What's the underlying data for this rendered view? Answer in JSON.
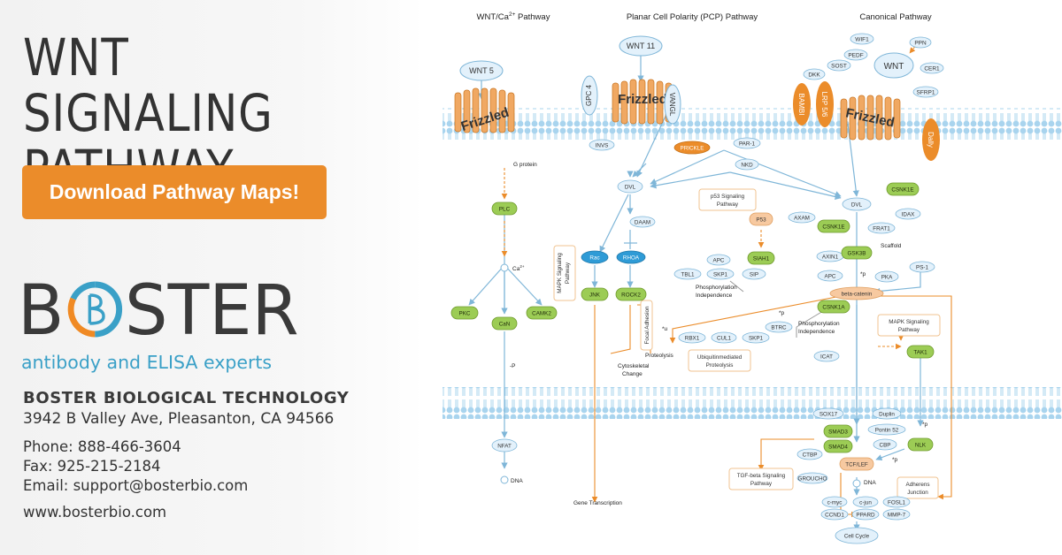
{
  "left": {
    "title": "WNT SIGNALING\nPATHWAY",
    "download_button": "Download Pathway Maps!",
    "logo": {
      "before": "B",
      "after": "STER",
      "tagline": "antibody and ELISA experts"
    },
    "company": "BOSTER BIOLOGICAL TECHNOLOGY",
    "address": "3942 B Valley Ave, Pleasanton, CA 94566",
    "phone": "Phone: 888-466-3604",
    "fax": "Fax: 925-215-2184",
    "email": "Email: support@bosterbio.com",
    "website": "www.bosterbio.com"
  },
  "colors": {
    "accent_orange": "#eb8c2a",
    "brand_blue": "#3aa0c7",
    "light_blue_node": "#e3f1fb",
    "node_border": "#7fb6d8",
    "green_node": "#9ccc55",
    "dark_blue_node": "#2e9bd6",
    "peach_node": "#f7c9a0",
    "membrane": "#a9d4ee"
  },
  "diagram": {
    "headers": {
      "wnt_ca_pre": "WNT/Ca",
      "wnt_ca_sup": "2+",
      "wnt_ca_post": " Pathway",
      "pcp": "Planar Cell Polarity (PCP) Pathway",
      "canonical": "Canonical Pathway"
    },
    "ligands": {
      "wnt5": "WNT 5",
      "wnt11": "WNT 11",
      "wnt": "WNT"
    },
    "receptors": {
      "frizzled": "Frizzled",
      "gpc4": "GPC 4",
      "vangl": "VANGL",
      "bambi": "BAMBI",
      "lrp": "LRP 5/6",
      "dally": "Dally"
    },
    "inhibitors": {
      "wif1": "WIF1",
      "ppn": "PPN",
      "pedf": "PEDF",
      "sost": "SOST",
      "dkk": "DKK",
      "cer1": "CER1",
      "sfrp1": "SFRP1"
    },
    "labels": {
      "g_protein": "G protein",
      "ca": "Ca",
      "ca_sup": "2+",
      "minus_p": "-P",
      "dna": "DNA",
      "scaffold": "Scaffold",
      "p": "*p",
      "u": "*u",
      "proteolysis": "Proteolysis",
      "phospho1": "Phosphorylation",
      "phospho2": "Independence",
      "cytoskeletal1": "Cytoskeletal",
      "cytoskeletal2": "Change",
      "gene_transcription": "Gene Transcription"
    },
    "boxes": {
      "p53_1": "p53 Signaling",
      "p53_2": "Pathway",
      "mapk_v1": "MAPK Signaling",
      "mapk_v2": "Pathway",
      "focal": "Focal Adhesion",
      "ubiq1": "Ubiquitinmediated",
      "ubiq2": "Proteolysis",
      "mapk_r1": "MAPK Signaling",
      "mapk_r2": "Pathway",
      "tgf1": "TGF-beta Signaling",
      "tgf2": "Pathway",
      "adh1": "Adherens",
      "adh2": "Junction"
    },
    "nodes": {
      "plc": "PLC",
      "pkc": "PKC",
      "camk2": "CAMK2",
      "can": "CaN",
      "nfat": "NFAT",
      "invs": "INVS",
      "prickle": "PRICKLE",
      "par1": "PAR-1",
      "nkd": "NKD",
      "dvl_mid": "DVL",
      "daam": "DAAM",
      "rac": "Rac",
      "rhoa": "RHOA",
      "jnk": "JNK",
      "rock2": "ROCK2",
      "p53": "P53",
      "siah1": "SIAH1",
      "apc_mid": "APC",
      "tbl1": "TBL1",
      "skp1_mid": "SKP1",
      "sip": "SIP",
      "rbx1": "RBX1",
      "cul1": "CUL1",
      "skp1_low": "SKP1",
      "btrc": "BTRC",
      "csnk1e_top": "CSNK1E",
      "dvl_right": "DVL",
      "axam": "AXAM",
      "csnk1e": "CSNK1E",
      "idax": "IDAX",
      "frat1": "FRAT1",
      "axin1": "AXIN1",
      "gsk3b": "GSK3B",
      "apc_right": "APC",
      "pka": "PKA",
      "ps1": "PS-1",
      "beta_catenin": "beta-catenin",
      "csnk1a": "CSNK1A",
      "icat": "ICAT",
      "tak1": "TAK1",
      "sox17": "SOX17",
      "duplin": "Duplin",
      "smad3": "SMAD3",
      "pontin52": "Pontin 52",
      "smad4": "SMAD4",
      "cbp": "CBP",
      "nlk": "NLK",
      "ctbp": "CTBP",
      "tcf_lef": "TCF/LEF",
      "groucho": "GROUCHO",
      "cmyc": "c-myc",
      "cjun": "c-jun",
      "fosl1": "FOSL1",
      "ccnd1": "CCND1",
      "ppard": "PPARD",
      "mmp7": "MMP-7",
      "cell_cycle": "Cell Cycle"
    }
  }
}
